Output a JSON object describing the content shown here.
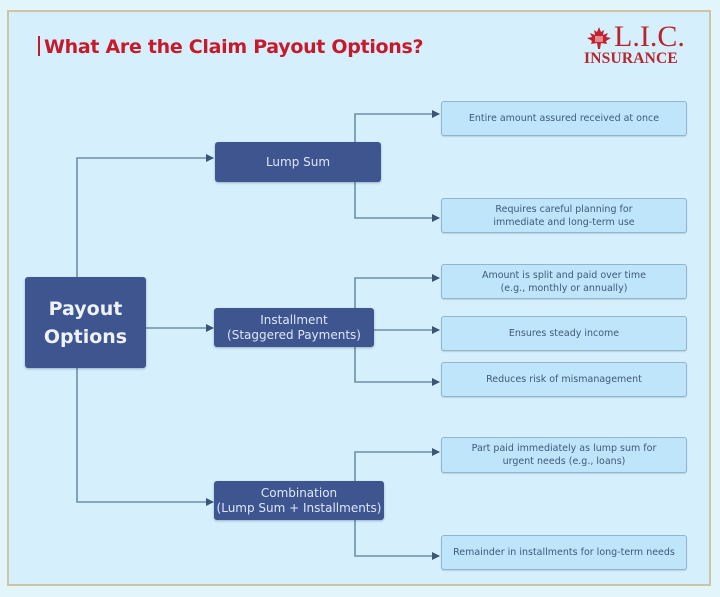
{
  "title": "What Are the Claim Payout Options?",
  "logo": {
    "brand": "L.I.C.",
    "subtitle": "INSURANCE",
    "icon": "maple-leaf-icon"
  },
  "colors": {
    "title_red": "#c61a2b",
    "node_dark": "#3f5590",
    "leaf_fill": "#bfe5fa",
    "connector": "#6e8fa8",
    "background": "#d5effc"
  },
  "root": {
    "line1": "Payout",
    "line2": "Options"
  },
  "branches": [
    {
      "line1": "Lump Sum",
      "line2": "",
      "details": [
        {
          "line1": "Entire amount assured received at once",
          "line2": ""
        },
        {
          "line1": "Requires careful planning for",
          "line2": "immediate and long-term use"
        }
      ]
    },
    {
      "line1": "Installment",
      "line2": "(Staggered Payments)",
      "details": [
        {
          "line1": "Amount is split and paid over time",
          "line2": "(e.g., monthly or annually)"
        },
        {
          "line1": "Ensures steady income",
          "line2": ""
        },
        {
          "line1": "Reduces risk of mismanagement",
          "line2": ""
        }
      ]
    },
    {
      "line1": "Combination",
      "line2": "(Lump Sum + Installments)",
      "details": [
        {
          "line1": "Part paid immediately as lump sum for",
          "line2": "urgent needs (e.g., loans)"
        },
        {
          "line1": "Remainder in installments for long-term needs",
          "line2": ""
        }
      ]
    }
  ]
}
